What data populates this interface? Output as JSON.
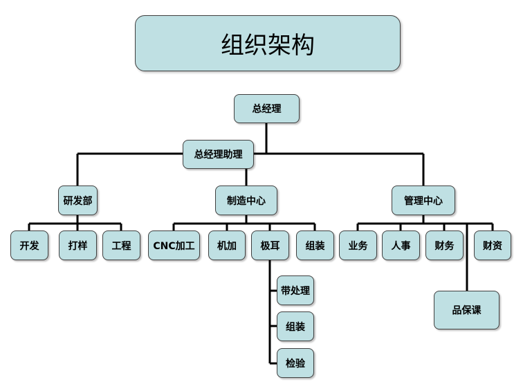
{
  "title": "组织架构",
  "org": {
    "gm": "总经理",
    "gm_assistant": "总经理助理",
    "rd": {
      "name": "研发部",
      "children": [
        "开发",
        "打样",
        "工程"
      ]
    },
    "mfg": {
      "name": "制造中心",
      "children": [
        "CNC加工",
        "机加",
        "极耳",
        "组装"
      ],
      "tab_sub": [
        "带处理",
        "组装",
        "检验"
      ]
    },
    "mgmt": {
      "name": "管理中心",
      "children": [
        "业务",
        "人事",
        "财务",
        "财资"
      ],
      "qa": "品保课"
    }
  },
  "colors": {
    "node_fill": "#bfe0e3",
    "border": "#3f3f3f",
    "line": "#000000"
  }
}
